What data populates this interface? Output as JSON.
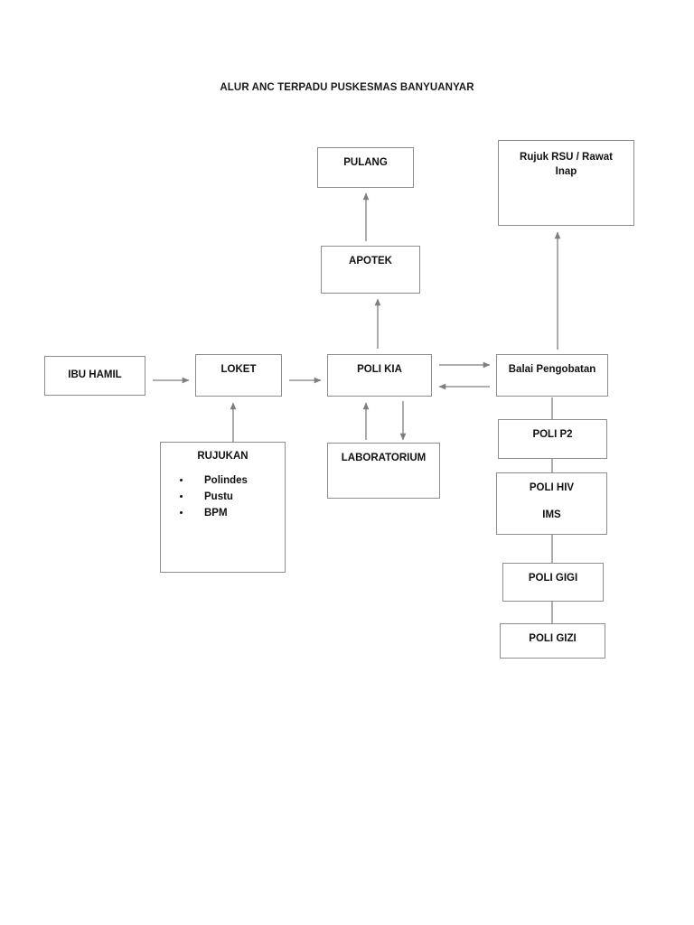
{
  "document": {
    "title": "ALUR ANC TERPADU PUSKESMAS BANYUANYAR"
  },
  "colors": {
    "page_background": "#ffffff",
    "box_border": "#8d8d8d",
    "text": "#111111",
    "connector": "#7f7f7f"
  },
  "nodes": {
    "ibu_hamil": {
      "label": "IBU HAMIL"
    },
    "loket": {
      "label": "LOKET"
    },
    "rujukan": {
      "label": "RUJUKAN",
      "items": [
        "Polindes",
        "Pustu",
        "BPM"
      ]
    },
    "poli_kia": {
      "label": "POLI   KIA"
    },
    "laboratorium": {
      "label": "LABORATORIUM"
    },
    "apotek": {
      "label": "APOTEK"
    },
    "pulang": {
      "label": "PULANG"
    },
    "balai_pengobatan": {
      "label": "Balai Pengobatan"
    },
    "rujuk_rsu": {
      "line1": "Rujuk RSU / Rawat",
      "line2": "Inap"
    },
    "poli_p2": {
      "label": "POLI  P2"
    },
    "poli_hiv": {
      "line1": "POLI  HIV",
      "line2": "IMS"
    },
    "poli_gigi": {
      "label": "POLI GIGI"
    },
    "poli_gizi": {
      "label": "POLI GIZI"
    }
  },
  "chart_data": {
    "type": "diagram",
    "title": "ALUR ANC TERPADU PUSKESMAS BANYUANYAR",
    "diagram_kind": "flowchart",
    "nodes": [
      {
        "id": "ibu_hamil",
        "label": "IBU HAMIL"
      },
      {
        "id": "loket",
        "label": "LOKET"
      },
      {
        "id": "rujukan",
        "label": "RUJUKAN",
        "items": [
          "Polindes",
          "Pustu",
          "BPM"
        ]
      },
      {
        "id": "poli_kia",
        "label": "POLI   KIA"
      },
      {
        "id": "laboratorium",
        "label": "LABORATORIUM"
      },
      {
        "id": "apotek",
        "label": "APOTEK"
      },
      {
        "id": "pulang",
        "label": "PULANG"
      },
      {
        "id": "balai_pengobatan",
        "label": "Balai Pengobatan"
      },
      {
        "id": "rujuk_rsu",
        "label": "Rujuk RSU / Rawat Inap"
      },
      {
        "id": "poli_p2",
        "label": "POLI  P2"
      },
      {
        "id": "poli_hiv",
        "label": "POLI  HIV IMS"
      },
      {
        "id": "poli_gigi",
        "label": "POLI GIGI"
      },
      {
        "id": "poli_gizi",
        "label": "POLI GIZI"
      }
    ],
    "edges": [
      {
        "from": "ibu_hamil",
        "to": "loket",
        "arrow": "single"
      },
      {
        "from": "rujukan",
        "to": "loket",
        "arrow": "single"
      },
      {
        "from": "loket",
        "to": "poli_kia",
        "arrow": "single"
      },
      {
        "from": "poli_kia",
        "to": "apotek",
        "arrow": "single"
      },
      {
        "from": "apotek",
        "to": "pulang",
        "arrow": "single"
      },
      {
        "from": "poli_kia",
        "to": "laboratorium",
        "arrow": "single"
      },
      {
        "from": "laboratorium",
        "to": "poli_kia",
        "arrow": "single"
      },
      {
        "from": "poli_kia",
        "to": "balai_pengobatan",
        "arrow": "single"
      },
      {
        "from": "balai_pengobatan",
        "to": "poli_kia",
        "arrow": "single"
      },
      {
        "from": "balai_pengobatan",
        "to": "rujuk_rsu",
        "arrow": "single"
      },
      {
        "from": "balai_pengobatan",
        "to": "poli_p2",
        "arrow": "none"
      },
      {
        "from": "poli_p2",
        "to": "poli_hiv",
        "arrow": "none"
      },
      {
        "from": "poli_hiv",
        "to": "poli_gigi",
        "arrow": "none"
      },
      {
        "from": "poli_gigi",
        "to": "poli_gizi",
        "arrow": "none"
      }
    ]
  }
}
